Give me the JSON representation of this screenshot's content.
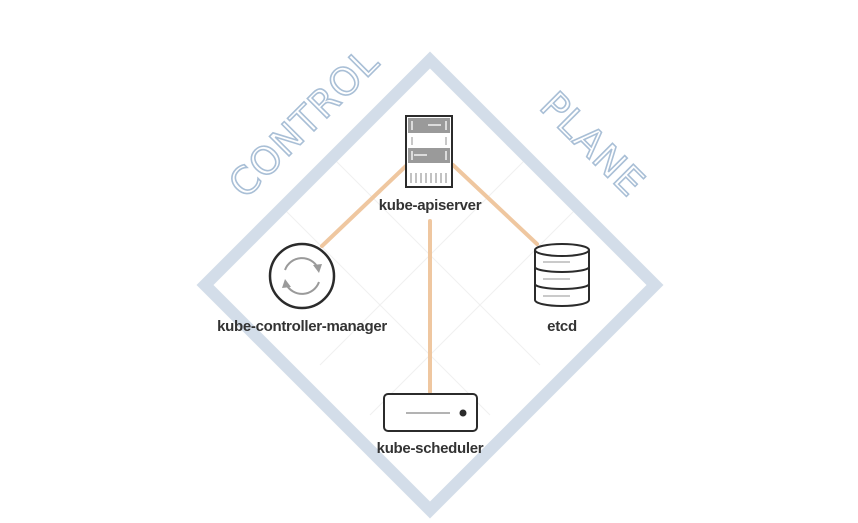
{
  "title_left": "CONTROL",
  "title_right": "PLANE",
  "components": {
    "apiserver": "kube-apiserver",
    "controller_manager": "kube-controller-manager",
    "etcd": "etcd",
    "scheduler": "kube-scheduler"
  },
  "colors": {
    "frame": "#d3dde9",
    "link": "#efc7a0",
    "icon": "#2b2b2b",
    "title": "#a9bfd6"
  }
}
